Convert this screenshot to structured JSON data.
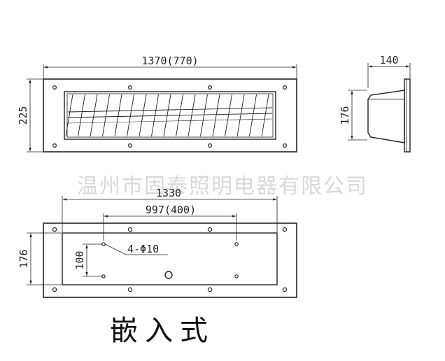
{
  "dimensions": {
    "front_width": "1370(770)",
    "front_height": "225",
    "side_depth": "140",
    "side_height": "176",
    "cutout_width": "1330",
    "hole_spacing": "997(400)",
    "cutout_height": "176",
    "hole_vertical": "100",
    "hole_spec": "4-Φ10"
  },
  "watermark": "温州市固泰照明电器有限公司",
  "caption": "嵌入式"
}
